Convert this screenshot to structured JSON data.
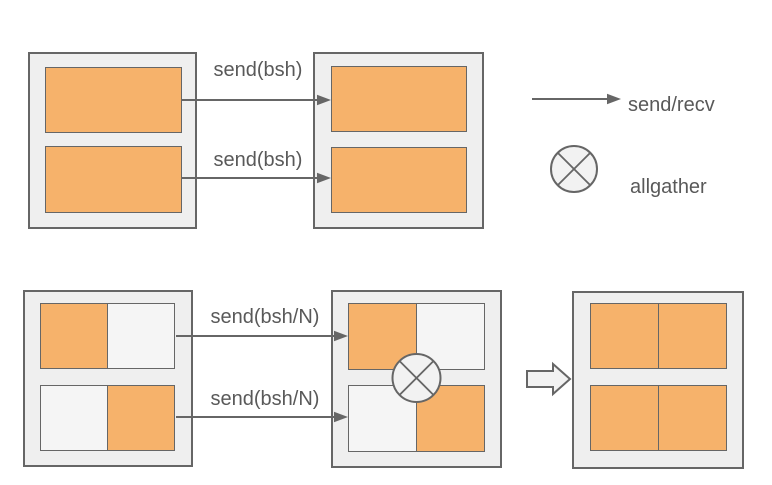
{
  "diagram": {
    "title_hint": "send/recv vs allgather communication of sharded activations",
    "top_flow": {
      "arrow1_label": "send(bsh)",
      "arrow2_label": "send(bsh)"
    },
    "bottom_flow": {
      "arrow1_label": "send(bsh/N)",
      "arrow2_label": "send(bsh/N)"
    },
    "legend": {
      "send_recv_label": "send/recv",
      "allgather_label": "allgather"
    },
    "icons": {
      "send_recv": "right-arrow-line",
      "allgather": "circled-x",
      "result": "hollow-block-arrow-right"
    },
    "colors": {
      "tensor_fill": "#F6B26B",
      "device_fill": "#EFEFEF",
      "empty_cell_fill": "#F5F5F5",
      "operator_fill": "#F2F2F2",
      "stroke": "#666666",
      "text": "#595959",
      "background": "#FFFFFF"
    }
  }
}
